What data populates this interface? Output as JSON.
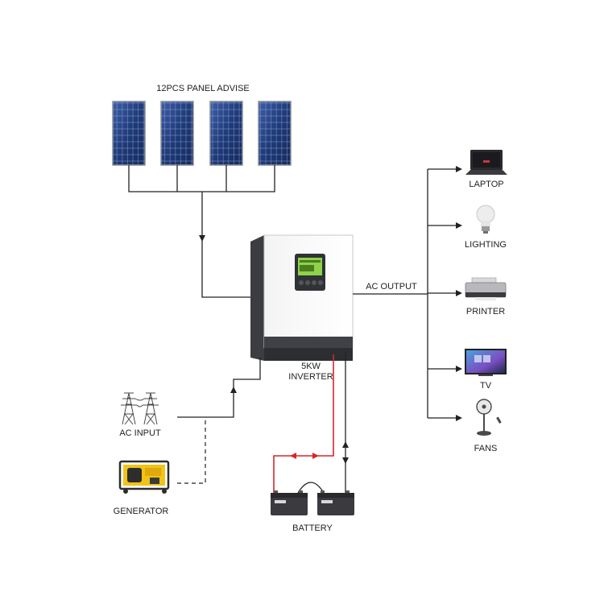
{
  "title": "12PCS PANEL ADVISE",
  "inverter": {
    "label_line1": "5KW",
    "label_line2": "INVERTER"
  },
  "ac_output_label": "AC OUTPUT",
  "loads": {
    "laptop": "LAPTOP",
    "lighting": "LIGHTING",
    "printer": "PRINTER",
    "tv": "TV",
    "fans": "FANS"
  },
  "sources": {
    "ac_input": "AC INPUT",
    "generator": "GENERATOR"
  },
  "battery_label": "BATTERY",
  "colors": {
    "wire": "#222222",
    "battery_wire": "#d7262b",
    "panel": "#1f3a78",
    "screen": "#8fd24a",
    "generator": "#f2c318"
  }
}
